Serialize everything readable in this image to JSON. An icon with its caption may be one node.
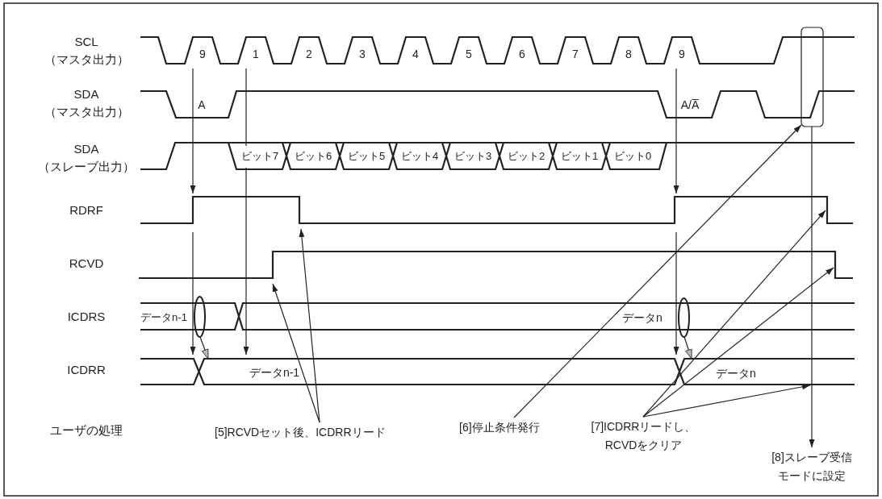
{
  "diagram": {
    "nodes": [
      {
        "text": [],
        "shape": "box"
      },
      {
        "text": [],
        "shape": "ellipse"
      },
      {
        "text": [],
        "shape": "ellipse"
      },
      {
        "text": [
          "[5]RCVDセット後、ICDRRリード"
        ]
      },
      {
        "text": [
          "[6]停止条件発行"
        ]
      },
      {
        "text": [
          "[7]ICDRRリードし、RCVDをクリア"
        ]
      },
      {
        "text": [
          "[8]スレーブ受信モードに設定"
        ]
      }
    ],
    "edges": [
      {
        "from": 3,
        "to": null,
        "arrow": "to"
      },
      {
        "from": 3,
        "to": null,
        "arrow": "to"
      },
      {
        "from": 4,
        "to": 0,
        "arrow": "to"
      },
      {
        "from": 5,
        "to": null,
        "arrow": "to"
      },
      {
        "from": 5,
        "to": null,
        "arrow": "to"
      },
      {
        "from": 5,
        "to": null,
        "arrow": "to"
      },
      {
        "from": 0,
        "to": 6,
        "arrow": "to"
      },
      {
        "from": 1,
        "to": null,
        "arrow": "to"
      },
      {
        "from": 2,
        "to": null,
        "arrow": "to"
      }
    ],
    "labels": [
      "SCL",
      "（マスタ出力）",
      "9",
      "1",
      "2",
      "3",
      "4",
      "5",
      "6",
      "7",
      "8",
      "9",
      "SDA",
      "（マスタ出力）",
      "A",
      "A/A̅",
      "SDA",
      "（スレーブ出力）",
      "ビット7",
      "ビット6",
      "ビット5",
      "ビット4",
      "ビット3",
      "ビット2",
      "ビット1",
      "ビット0",
      "RDRF",
      "RCVD",
      "ICDRS",
      "データn-1",
      "データn",
      "ICDRR",
      "データn-1",
      "データn",
      "ユーザの処理"
    ]
  }
}
